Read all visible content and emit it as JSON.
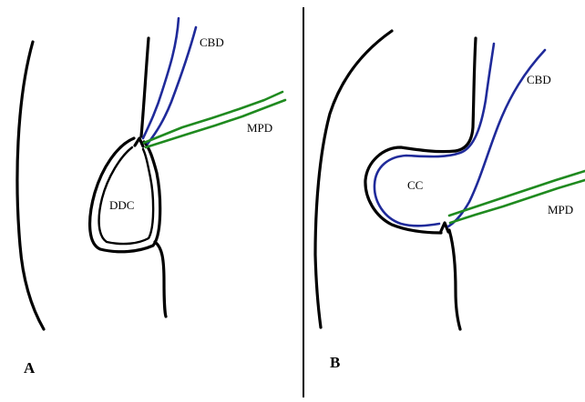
{
  "panel_a": {
    "label": "A",
    "cyst_label": "DDC",
    "duct_labels": {
      "cbd": "CBD",
      "mpd": "MPD"
    }
  },
  "panel_b": {
    "label": "B",
    "cyst_label": "CC",
    "duct_labels": {
      "cbd": "CBD",
      "mpd": "MPD"
    }
  },
  "colors": {
    "wall": "#000000",
    "common_bile_duct": "#1f2a9a",
    "main_pancreatic_duct": "#1f8a1f",
    "divider": "#000000"
  }
}
